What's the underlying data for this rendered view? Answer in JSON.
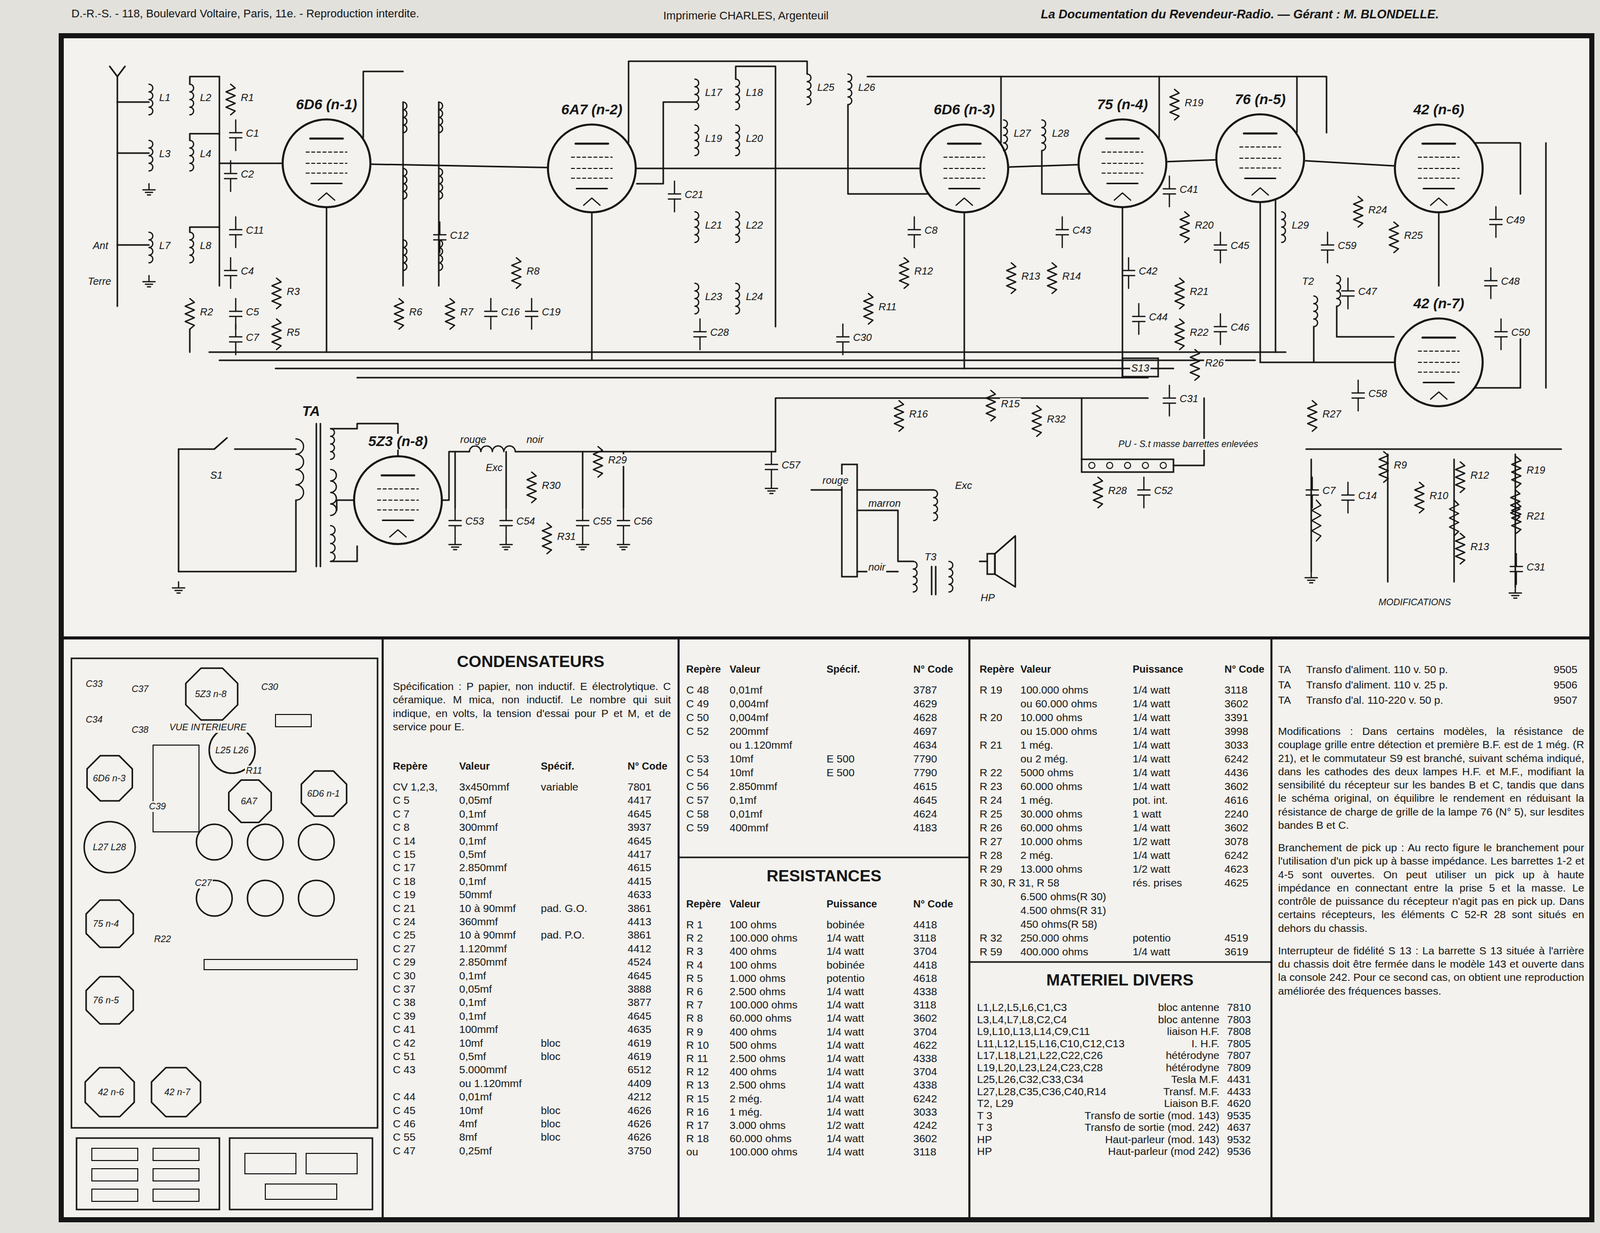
{
  "diagram": {
    "nodes": [
      {
        "text": [
          "6D6 (n-1)"
        ]
      },
      {
        "text": [
          "6A7 (n-2)"
        ]
      },
      {
        "text": [
          "6D6 (n-3)"
        ]
      },
      {
        "text": [
          "75 (n-4)"
        ]
      },
      {
        "text": [
          "76 (n-5)"
        ]
      },
      {
        "text": [
          "42 (n-6)"
        ]
      },
      {
        "text": [
          "42 (n-7)"
        ]
      },
      {
        "text": [
          "5Z3 (n-8)"
        ]
      }
    ],
    "edges": [
      {
        "from": 0,
        "to": 1,
        "arrow": "none"
      },
      {
        "from": 1,
        "to": 2,
        "arrow": "none"
      },
      {
        "from": 2,
        "to": 3,
        "arrow": "none"
      },
      {
        "from": 3,
        "to": 4,
        "arrow": "none"
      },
      {
        "from": 4,
        "to": 5,
        "arrow": "none"
      },
      {
        "from": 4,
        "to": 6,
        "arrow": "none"
      }
    ],
    "labels": [
      "D.-R.-S. - 118, Boulevard Voltaire, Paris, 11e. - Reproduction interdite.",
      "Imprimerie CHARLES, Argenteuil",
      "La Documentation du Revendeur-Radio. — Gérant : M. BLONDELLE.",
      "L1",
      "L2",
      "R1",
      "C1",
      "L3",
      "L4",
      "C2",
      "L7",
      "L8",
      "C11",
      "C4",
      "Ant",
      "Terre",
      "R2",
      "C5",
      "C7",
      "R3",
      "R5",
      "C12",
      "R6",
      "R7",
      "C16",
      "R8",
      "C19",
      "L17",
      "L18",
      "L19",
      "L20",
      "C21",
      "L21",
      "L22",
      "L23",
      "L24",
      "C28",
      "L25",
      "L26",
      "C30",
      "R11",
      "R12",
      "C8",
      "L27",
      "L28",
      "R13",
      "R14",
      "C43",
      "C41",
      "R19",
      "R20",
      "C45",
      "C42",
      "C44",
      "R21",
      "R22",
      "C46",
      "S13",
      "R26",
      "C31",
      "L29",
      "T2",
      "C59",
      "C47",
      "R24",
      "R25",
      "C49",
      "C48",
      "C50",
      "C58",
      "R27",
      "R16",
      "R15",
      "R32",
      "PU - S.t masse barrettes enlevées",
      "R28",
      "C52",
      "TA",
      "S1",
      "rouge",
      "noir",
      "Exc",
      "R29",
      "R30",
      "C53",
      "C54",
      "R31",
      "C55",
      "C56",
      "C57",
      "rouge",
      "marron",
      "noir",
      "Exc",
      "T3",
      "HP",
      "MODIFICATIONS",
      "C7",
      "C14",
      "R9",
      "R10",
      "R12",
      "R13",
      "R19",
      "R21",
      "C31",
      "C33",
      "C37",
      "5Z3 n-8",
      "C30",
      "C34",
      "C38",
      "VUE INTERIEURE",
      "6D6 n-3",
      "L25 L26",
      "R11",
      "6A7",
      "6D6 n-1",
      "C39",
      "L27 L28",
      "C27",
      "75 n-4",
      "R22",
      "76 n-5",
      "42 n-6",
      "42 n-7",
      "CONDENSATEURS",
      "Spécification : P papier, non inductif. E électrolytique. C céramique. M mica, non inductif. Le nombre qui suit indique, en volts, la tension d'essai pour P et M, et de service pour E.",
      "Repère",
      "Valeur",
      "Spécif.",
      "N° Code",
      "CV 1,2,3,",
      "3x450mmf",
      "variable",
      "7801",
      "C 5",
      "0,05mf",
      "4417",
      "C 7",
      "0,1mf",
      "4645",
      "C 8",
      "300mmf",
      "3937",
      "C 14",
      "0,1mf",
      "4645",
      "C 15",
      "0,5mf",
      "4417",
      "C 17",
      "2.850mmf",
      "4615",
      "C 18",
      "0,1mf",
      "4415",
      "C 19",
      "50mmf",
      "4633",
      "C 21",
      "10 à 90mmf",
      "pad. G.O.",
      "3861",
      "C 24",
      "360mmf",
      "4413",
      "C 25",
      "10 à 90mmf",
      "pad. P.O.",
      "3861",
      "C 27",
      "1.120mmf",
      "4412",
      "C 29",
      "2.850mmf",
      "4524",
      "C 30",
      "0,1mf",
      "4645",
      "C 37",
      "0,05mf",
      "3888",
      "C 38",
      "0,1mf",
      "3877",
      "C 39",
      "0,1mf",
      "4645",
      "C 41",
      "100mmf",
      "4635",
      "C 42",
      "10mf",
      "bloc",
      "4619",
      "C 51",
      "0,5mf",
      "bloc",
      "4619",
      "C 43",
      "5.000mmf",
      "6512",
      "ou 1.120mmf",
      "4409",
      "C 44",
      "0,01mf",
      "4212",
      "C 45",
      "10mf",
      "bloc",
      "4626",
      "C 46",
      "4mf",
      "bloc",
      "4626",
      "C 55",
      "8mf",
      "bloc",
      "4626",
      "C 47",
      "0,25mf",
      "3750",
      "Repère",
      "Valeur",
      "Spécif.",
      "N° Code",
      "C 48",
      "0,01mf",
      "3787",
      "C 49",
      "0,004mf",
      "4629",
      "C 50",
      "0,004mf",
      "4628",
      "C 52",
      "200mmf",
      "4697",
      "ou 1.120mmf",
      "4634",
      "C 53",
      "10mf",
      "E 500",
      "7790",
      "C 54",
      "10mf",
      "E 500",
      "7790",
      "C 56",
      "2.850mmf",
      "4615",
      "C 57",
      "0,1mf",
      "4645",
      "C 58",
      "0,01mf",
      "4624",
      "C 59",
      "400mmf",
      "4183",
      "RESISTANCES",
      "Repère",
      "Valeur",
      "Puissance",
      "N° Code",
      "R 1",
      "100 ohms",
      "bobinée",
      "4418",
      "R 2",
      "100.000 ohms",
      "1/4 watt",
      "3118",
      "R 3",
      "400 ohms",
      "1/4 watt",
      "3704",
      "R 4",
      "100 ohms",
      "bobinée",
      "4418",
      "R 5",
      "1.000 ohms",
      "potentio",
      "4618",
      "R 6",
      "2.500 ohms",
      "1/4 watt",
      "4338",
      "R 7",
      "100.000 ohms",
      "1/4 watt",
      "3118",
      "R 8",
      "60.000 ohms",
      "1/4 watt",
      "3602",
      "R 9",
      "400 ohms",
      "1/4 watt",
      "3704",
      "R 10",
      "500 ohms",
      "1/4 watt",
      "4622",
      "R 11",
      "2.500 ohms",
      "1/4 watt",
      "4338",
      "R 12",
      "400 ohms",
      "1/4 watt",
      "3704",
      "R 13",
      "2.500 ohms",
      "1/4 watt",
      "4338",
      "R 15",
      "2 még.",
      "1/4 watt",
      "6242",
      "R 16",
      "1 még.",
      "1/4 watt",
      "3033",
      "R 17",
      "3.000 ohms",
      "1/2 watt",
      "4242",
      "R 18",
      "60.000 ohms",
      "1/4 watt",
      "3602",
      "ou",
      "100.000 ohms",
      "1/4 watt",
      "3118",
      "Repère",
      "Valeur",
      "Puissance",
      "N° Code",
      "R 19",
      "100.000 ohms",
      "1/4 watt",
      "3118",
      "ou 60.000 ohms",
      "1/4 watt",
      "3602",
      "R 20",
      "10.000 ohms",
      "1/4 watt",
      "3391",
      "ou 15.000 ohms",
      "1/4 watt",
      "3998",
      "R 21",
      "1 még.",
      "1/4 watt",
      "3033",
      "ou 2 még.",
      "1/4 watt",
      "6242",
      "R 22",
      "5000 ohms",
      "1/4 watt",
      "4436",
      "R 23",
      "60.000 ohms",
      "1/4 watt",
      "3602",
      "R 24",
      "1 még.",
      "pot. int.",
      "4616",
      "R 25",
      "30.000 ohms",
      "1 watt",
      "2240",
      "R 26",
      "60.000 ohms",
      "1/4 watt",
      "3602",
      "R 27",
      "10.000 ohms",
      "1/2 watt",
      "3078",
      "R 28",
      "2 még.",
      "1/4 watt",
      "6242",
      "R 29",
      "13.000 ohms",
      "1/2 watt",
      "4623",
      "R 30, R 31, R 58",
      "rés. prises",
      "4625",
      "6.500 ohms(R 30)",
      "4.500 ohms(R 31)",
      "450 ohms(R 58)",
      "R 32",
      "250.000 ohms",
      "potentio",
      "4519",
      "R 59",
      "400.000 ohms",
      "1/4 watt",
      "3619",
      "MATERIEL DIVERS",
      "L1,L2,L5,L6,C1,C3",
      "bloc antenne",
      "7810",
      "L3,L4,L7,L8,C2,C4",
      "bloc antenne",
      "7803",
      "L9,L10,L13,L14,C9,C11",
      "liaison H.F.",
      "7808",
      "L11,L12,L15,L16,C10,C12,C13",
      "I. H.F.",
      "7805",
      "L17,L18,L21,L22,C22,C26",
      "hétérodyne",
      "7807",
      "L19,L20,L23,L24,C23,C28",
      "hétérodyne",
      "7809",
      "L25,L26,C32,C33,C34",
      "Tesla M.F.",
      "4431",
      "L27,L28,C35,C36,C40,R14",
      "Transf. M.F.",
      "4433",
      "T2, L29",
      "Liaison B.F.",
      "4620",
      "T 3",
      "Transfo de sortie (mod. 143)",
      "9535",
      "T 3",
      "Transfo de sortie (mod. 242)",
      "4637",
      "HP",
      "Haut-parleur (mod. 143)",
      "9532",
      "HP",
      "Haut-parleur (mod 242)",
      "9536",
      "TA",
      "Transfo d'aliment. 110 v. 50 p.",
      "9505",
      "TA",
      "Transfo d'aliment. 110 v. 25 p.",
      "9506",
      "TA",
      "Transfo d'al. 110-220 v. 50 p.",
      "9507",
      "Modifications : Dans certains modèles, la résistance de couplage grille entre détection et première B.F. est de 1 még. (R 21), et le commutateur S9 est branché, suivant schéma indiqué, dans les cathodes des deux lampes H.F. et M.F., modifiant la sensibilité du récepteur sur les bandes B et C, tandis que dans le schéma original, on équilibre le rendement en réduisant la résistance de charge de grille de la lampe 76 (N° 5), sur lesdites bandes B et C.",
      "Branchement de pick up : Au recto figure le branchement pour l'utilisation d'un pick up à basse impédance. Les barrettes 1-2 et 4-5 sont ouvertes. On peut utiliser un pick up à haute impédance en connectant entre la prise 5 et la masse. Le contrôle de puissance du récepteur n'agit pas en pick up. Dans certains récepteurs, les éléments C 52-R 28 sont situés en dehors du chassis.",
      "Interrupteur de fidélité S 13 : La barrette S 13 située à l'arrière du chassis doit être fermée dans le modèle 143 et ouverte dans la console 242. Pour ce second cas, on obtient une reproduction améliorée des fréquences basses."
    ]
  }
}
